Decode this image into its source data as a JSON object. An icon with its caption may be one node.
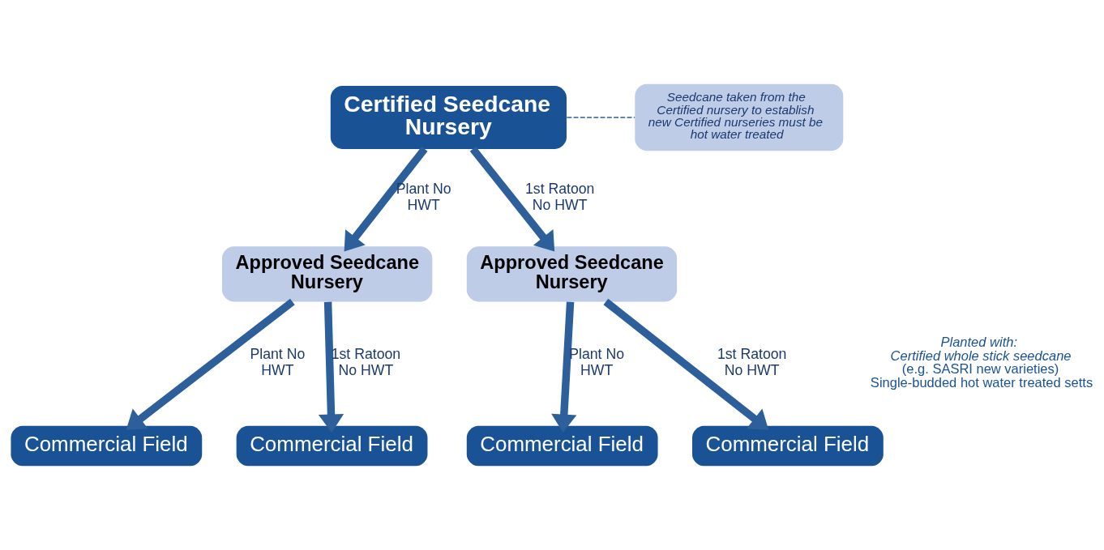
{
  "diagram": {
    "nodes": [
      {
        "text": [
          "Certified Seedcane Nursery"
        ]
      },
      {
        "text": [
          "Seedcane taken from the Certified nursery to establish new Certified nurseries must be hot water treated"
        ]
      },
      {
        "text": [
          "Approved Seedcane Nursery"
        ]
      },
      {
        "text": [
          "Approved Seedcane Nursery"
        ]
      },
      {
        "text": [
          "Commercial Field"
        ]
      },
      {
        "text": [
          "Commercial Field"
        ]
      },
      {
        "text": [
          "Commercial Field"
        ]
      },
      {
        "text": [
          "Commercial Field"
        ]
      }
    ],
    "edges": [
      {
        "from": 0,
        "to": 1,
        "arrow": "none",
        "style": "dashed"
      },
      {
        "from": 0,
        "to": 2,
        "arrow": "to",
        "label": "Plant No HWT"
      },
      {
        "from": 0,
        "to": 3,
        "arrow": "to",
        "label": "1st Ratoon No HWT"
      },
      {
        "from": 2,
        "to": 4,
        "arrow": "to",
        "label": "Plant No HWT"
      },
      {
        "from": 2,
        "to": 5,
        "arrow": "to",
        "label": "1st Ratoon No HWT"
      },
      {
        "from": 3,
        "to": 6,
        "arrow": "to",
        "label": "Plant No HWT"
      },
      {
        "from": 3,
        "to": 7,
        "arrow": "to",
        "label": "1st Ratoon No HWT"
      }
    ],
    "labels": [
      "Planted with:",
      "Certified whole stick seedcane",
      "(e.g. SASRI new varieties)",
      "Single-budded hot water treated setts"
    ]
  }
}
